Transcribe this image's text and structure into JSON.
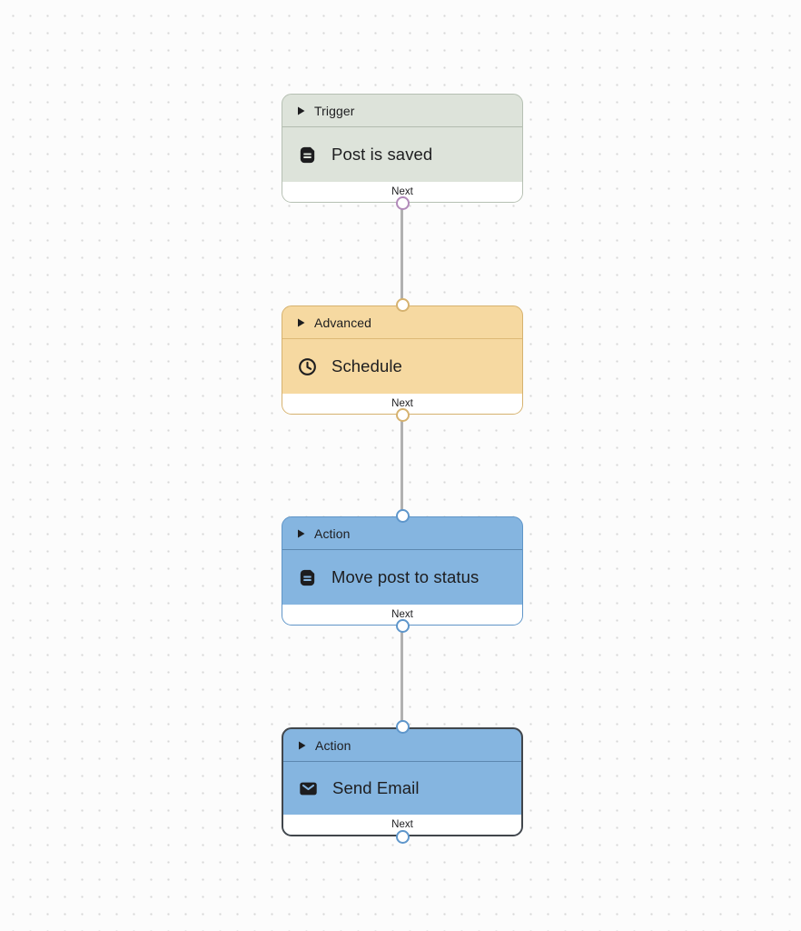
{
  "canvas": {
    "background_color": "#fcfcfc",
    "dot_color": "#d7d7d7",
    "connector_color": "#b1b1b1",
    "selected_border_color": "#41464c"
  },
  "nodes": [
    {
      "category": "Trigger",
      "title": "Post is saved",
      "icon": "document-icon",
      "next_label": "Next",
      "selected": false,
      "colors": {
        "fill": "#dde3da",
        "border": "#b6c0b3",
        "divider": "#b2bcaf",
        "output_port": "#b28aba"
      }
    },
    {
      "category": "Advanced",
      "title": "Schedule",
      "icon": "clock-icon",
      "next_label": "Next",
      "selected": false,
      "colors": {
        "fill": "#f6d9a1",
        "border": "#d6b26f",
        "divider": "#ddb977",
        "input_port": "#d6b26f",
        "output_port": "#d6b26f"
      }
    },
    {
      "category": "Action",
      "title": "Move post to status",
      "icon": "document-icon",
      "next_label": "Next",
      "selected": false,
      "colors": {
        "fill": "#85b5e0",
        "border": "#5f95c8",
        "divider": "#5c88b0",
        "input_port": "#5e96cb",
        "output_port": "#5e96cb"
      }
    },
    {
      "category": "Action",
      "title": "Send Email",
      "icon": "envelope-icon",
      "next_label": "Next",
      "selected": true,
      "colors": {
        "fill": "#85b5e0",
        "border": "#41464c",
        "divider": "#5c88b0",
        "input_port": "#5e96cb",
        "output_port": "#5e96cb"
      }
    }
  ]
}
